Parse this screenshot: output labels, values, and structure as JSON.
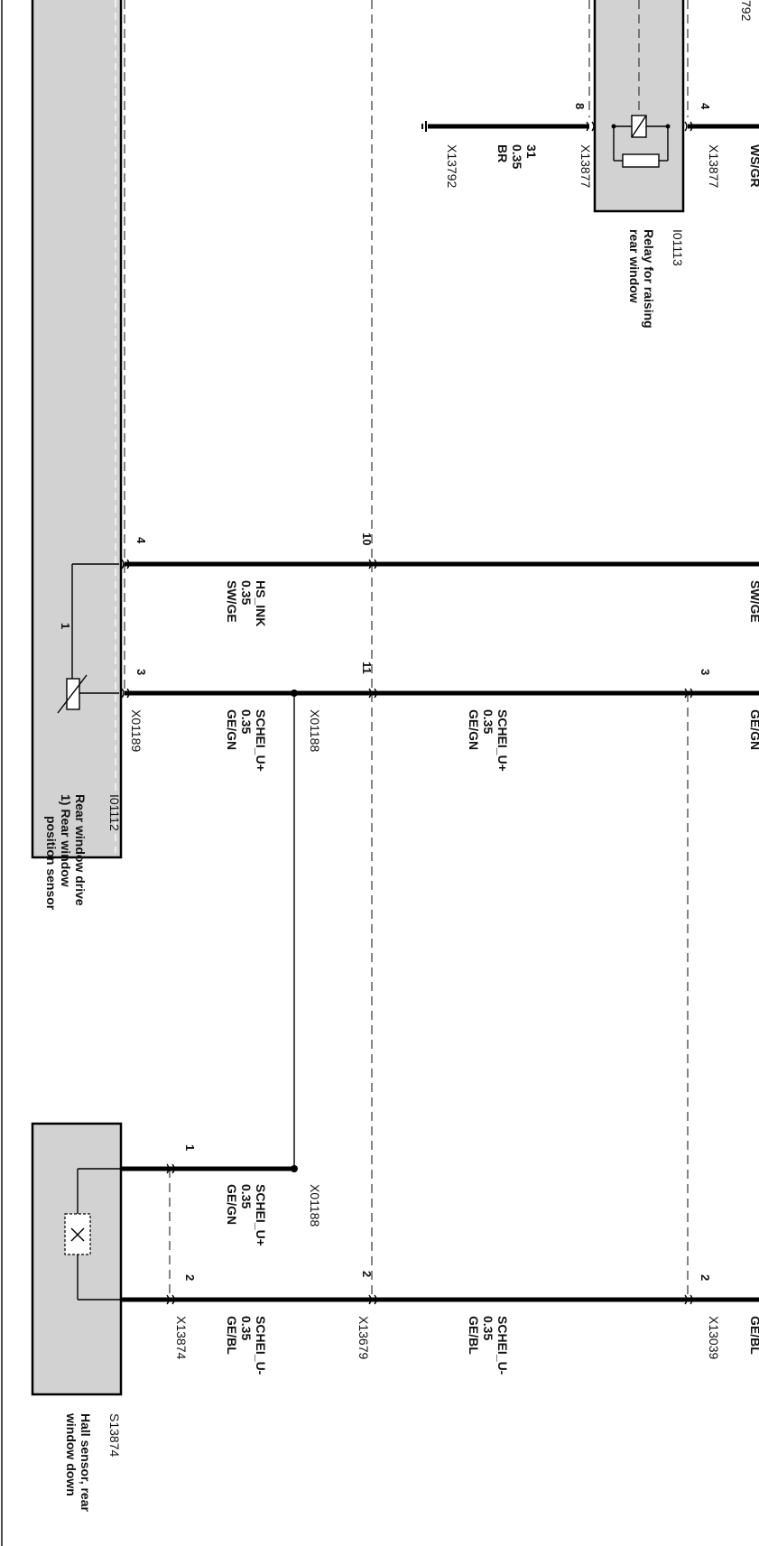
{
  "components": {
    "rear_window_drive": {
      "id": "I01112",
      "desc": [
        "Rear window drive",
        "1) Rear window",
        "position sensor"
      ],
      "sub_marker": "1"
    },
    "relay": {
      "id": "I01113",
      "desc": [
        "Relay for raising",
        "rear window"
      ]
    },
    "hall_sensor": {
      "id": "S13874",
      "desc": [
        "Hall sensor, rear",
        "window down"
      ]
    }
  },
  "wires": {
    "ground": {
      "lines": [
        "31",
        "0.35",
        "BR"
      ],
      "connector": "X13792",
      "clip": "792"
    },
    "relay_pin8": {
      "pin": "8",
      "connector": "X13877"
    },
    "relay_pin4": {
      "pin": "4",
      "connector": "X13877",
      "color": "WS/GR"
    },
    "hs_ink": {
      "lines": [
        "HS_INK",
        "0.35",
        "SW/GE"
      ],
      "pin_inner": "4",
      "pin_mid": "10",
      "right_color": "SW/GE"
    },
    "schei_up_a": {
      "lines": [
        "SCHEI_U+",
        "0.35",
        "GE/GN"
      ],
      "pin_inner": "3",
      "connector_inner": "X01189",
      "splice": "X01188",
      "pin_mid": "11",
      "pin_right": "3",
      "right_color": "GE/GN"
    },
    "schei_up_b": {
      "lines": [
        "SCHEI_U+",
        "0.35",
        "GE/GN"
      ]
    },
    "schei_up_c": {
      "lines": [
        "SCHEI_U+",
        "0.35",
        "GE/GN"
      ],
      "pin": "1",
      "splice": "X01188"
    },
    "schei_down_a": {
      "lines": [
        "SCHEI_U-",
        "0.35",
        "GE/BL"
      ],
      "pin_inner": "2",
      "connector_inner": "X13874",
      "pin_mid": "2",
      "connector_mid": "X13679"
    },
    "schei_down_b": {
      "lines": [
        "SCHEI_U-",
        "0.35",
        "GE/BL"
      ],
      "pin_right": "2",
      "connector_right": "X13039",
      "right_color": "GE/BL"
    }
  }
}
